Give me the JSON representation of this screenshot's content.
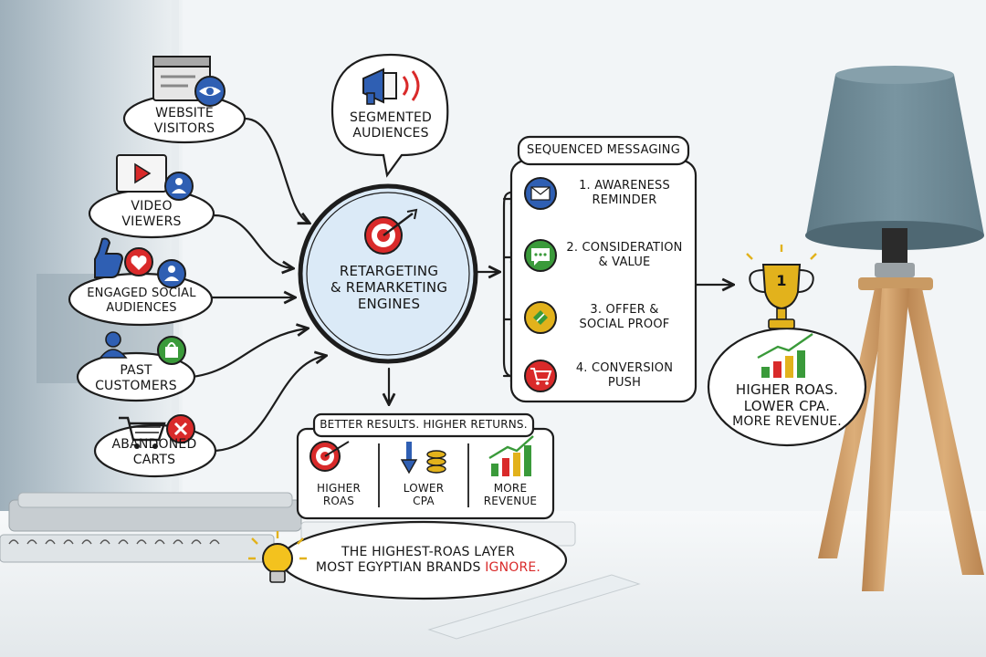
{
  "sources": [
    {
      "label": "Website Visitors",
      "icon": "browser-eye-icon"
    },
    {
      "label": "Video Viewers",
      "icon": "video-play-icon"
    },
    {
      "label": "Engaged Social Audiences",
      "icon": "social-like-heart-icon"
    },
    {
      "label": "Past Customers",
      "icon": "customer-bag-icon"
    },
    {
      "label": "Abandoned Carts",
      "icon": "cart-x-icon"
    }
  ],
  "segmented": {
    "label": "Segmented Audiences",
    "icon": "megaphone-icon"
  },
  "engine": {
    "line1": "Retargeting",
    "line2": "& Remarketing",
    "line3": "Engines",
    "icon": "target-icon"
  },
  "sequence": {
    "title": "Sequenced Messaging",
    "steps": [
      {
        "line1": "1. Awareness",
        "line2": "Reminder",
        "icon": "envelope-icon"
      },
      {
        "line1": "2. Consideration",
        "line2": "& Value",
        "icon": "chat-bubble-icon"
      },
      {
        "line1": "3. Offer &",
        "line2": "Social Proof",
        "icon": "percent-badge-icon"
      },
      {
        "line1": "4. Conversion",
        "line2": "Push",
        "icon": "shopping-cart-icon"
      }
    ]
  },
  "results": {
    "title": "Better Results. Higher Returns.",
    "items": [
      {
        "line1": "Higher",
        "line2": "ROAS",
        "icon": "target-icon"
      },
      {
        "line1": "Lower",
        "line2": "CPA",
        "icon": "coins-down-icon"
      },
      {
        "line1": "More",
        "line2": "Revenue",
        "icon": "growth-chart-icon"
      }
    ]
  },
  "outcome": {
    "line1": "Higher ROAS.",
    "line2": "Lower CPA.",
    "line3": "More Revenue.",
    "rank": "1",
    "icon": "trophy-icon"
  },
  "insight": {
    "line1": "The Highest-ROAS Layer",
    "line2_main": "Most Egyptian Brands",
    "line2_highlight": "Ignore.",
    "icon": "lightbulb-icon"
  },
  "colors": {
    "ink": "#1d1d1d",
    "blue": "#2f5fb3",
    "red": "#d92a2a",
    "green": "#3a9a3a",
    "gold": "#e2b21c",
    "engine_fill": "#dbeaf7",
    "lamp_shade": "#6f8a96",
    "wood": "#c9965f"
  }
}
